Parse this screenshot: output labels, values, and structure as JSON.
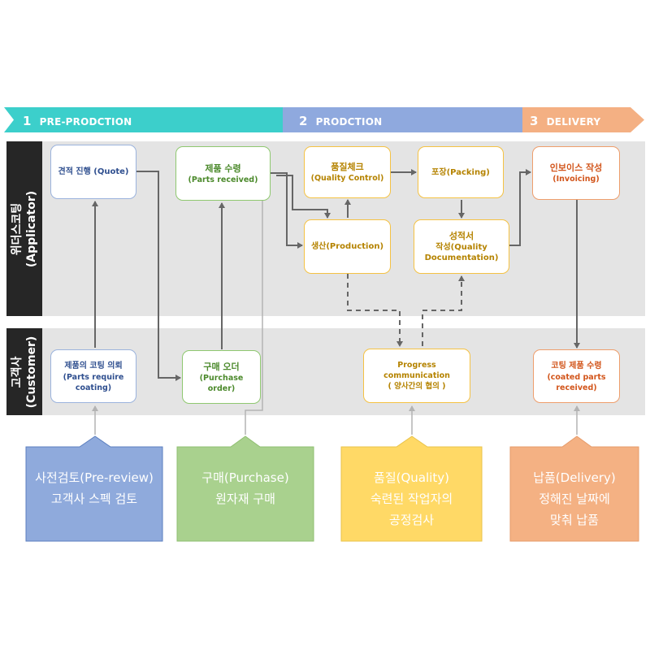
{
  "phases": [
    {
      "num": "1",
      "label": "PRE-PRODCTION",
      "color": "#3ccfcb"
    },
    {
      "num": "2",
      "label": "PRODCTION",
      "color": "#8fa9de"
    },
    {
      "num": "3",
      "label": "DELIVERY",
      "color": "#f4b083"
    }
  ],
  "lanes": {
    "applicator": "위더스코팅\n(Applicator)",
    "customer": "고객사\n(Customer)"
  },
  "nodes": {
    "quote": {
      "ko": "견적 진행 (Quote)",
      "en": ""
    },
    "parts_received": {
      "ko": "제품 수령",
      "en": "(Parts received)"
    },
    "quality_check": {
      "ko": "품질체크",
      "en": "(Quality Control)"
    },
    "packing": {
      "ko": "포장(Packing)",
      "en": ""
    },
    "production": {
      "ko": "생산(Production)",
      "en": ""
    },
    "quality_doc": {
      "ko": "성적서",
      "en": "작성(Quality\nDocumentation)"
    },
    "invoicing": {
      "ko": "인보이스 작성",
      "en": "(Invoicing)"
    },
    "coating_request": {
      "ko": "제품의 코팅 의뢰",
      "en": "(Parts require\ncoating)"
    },
    "purchase_order": {
      "ko": "구매 오더",
      "en": "(Purchase order)"
    },
    "progress": {
      "ko": "Progress\ncommunication\n( 양사간의 협의 )",
      "en": ""
    },
    "coated_received": {
      "ko": "코팅 제품 수령",
      "en": "(coated parts\nreceived)"
    }
  },
  "callouts": [
    {
      "lines": "사전검토(Pre-review)\n고객사 스펙 검토",
      "color": "#8faadc",
      "text_color": "#ffffff"
    },
    {
      "lines": "구매(Purchase)\n원자재 구매",
      "color": "#a9d18e",
      "text_color": "#ffffff"
    },
    {
      "lines": "품질(Quality)\n숙련된 작업자의\n공정검사",
      "color": "#ffd966",
      "text_color": "#ffffff"
    },
    {
      "lines": "납품(Delivery)\n정해진 날짜에\n맞춰 납품",
      "color": "#f4b183",
      "text_color": "#ffffff"
    }
  ],
  "colors": {
    "band": "#e4e4e4",
    "lane_label": "#262626",
    "arrow": "#666666",
    "pointer": "#b3b3b3"
  }
}
